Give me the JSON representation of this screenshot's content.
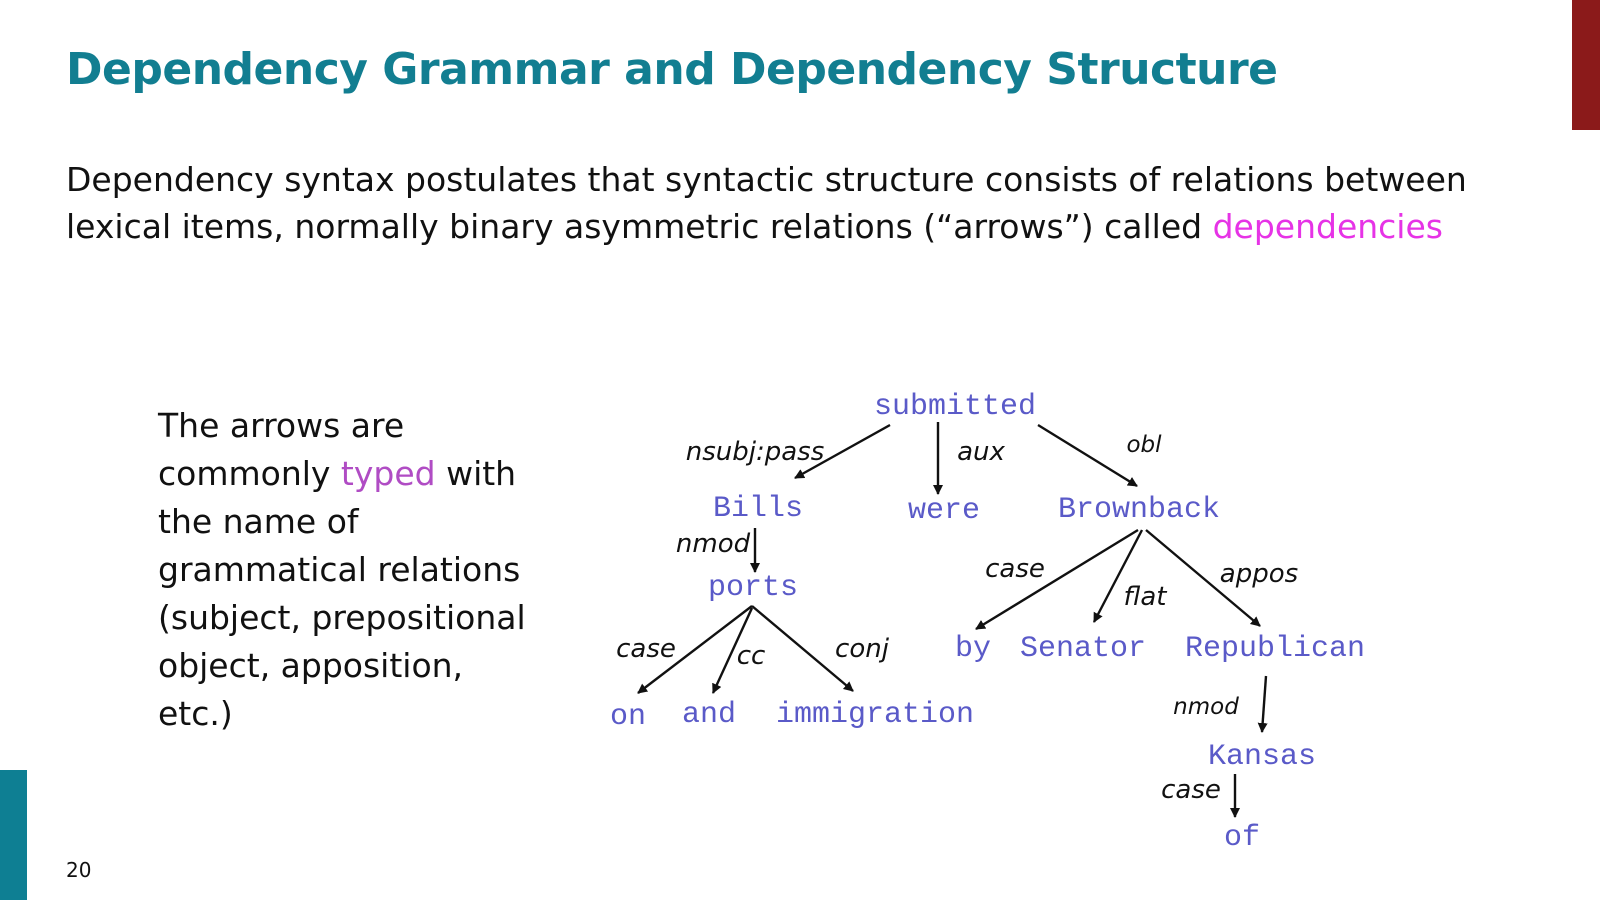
{
  "slide": {
    "title": "Dependency Grammar and Dependency Structure",
    "intro_plain": "Dependency syntax postulates that syntactic structure consists of relations between lexical items, normally binary asymmetric relations (“arrows”) called ",
    "intro_highlight": "dependencies",
    "note_before": "The arrows are commonly ",
    "note_highlight": "typed",
    "note_after": " with the name of grammatical relations (subject, prepositional object, apposition, etc.)",
    "page_number": "20"
  },
  "colors": {
    "title": "#127e91",
    "highlight_dependencies": "#e633e6",
    "highlight_typed": "#b04cc4",
    "tree_words": "#5a5ac8",
    "accent_right": "#8b1a1a",
    "accent_left": "#0e7f93"
  },
  "tree": {
    "words": {
      "submitted": "submitted",
      "bills": "Bills",
      "were": "were",
      "brownback": "Brownback",
      "ports": "ports",
      "on": "on",
      "and": "and",
      "immigration": "immigration",
      "by": "by",
      "senator": "Senator",
      "republican": "Republican",
      "kansas": "Kansas",
      "of": "of"
    },
    "relations": {
      "submitted_bills": "nsubj:pass",
      "submitted_were": "aux",
      "submitted_brownback": "obl",
      "bills_ports": "nmod",
      "brownback_by": "case",
      "brownback_senator": "flat",
      "brownback_republican": "appos",
      "ports_on": "case",
      "ports_and": "cc",
      "ports_immigration": "conj",
      "republican_kansas": "nmod",
      "kansas_of": "case"
    }
  }
}
